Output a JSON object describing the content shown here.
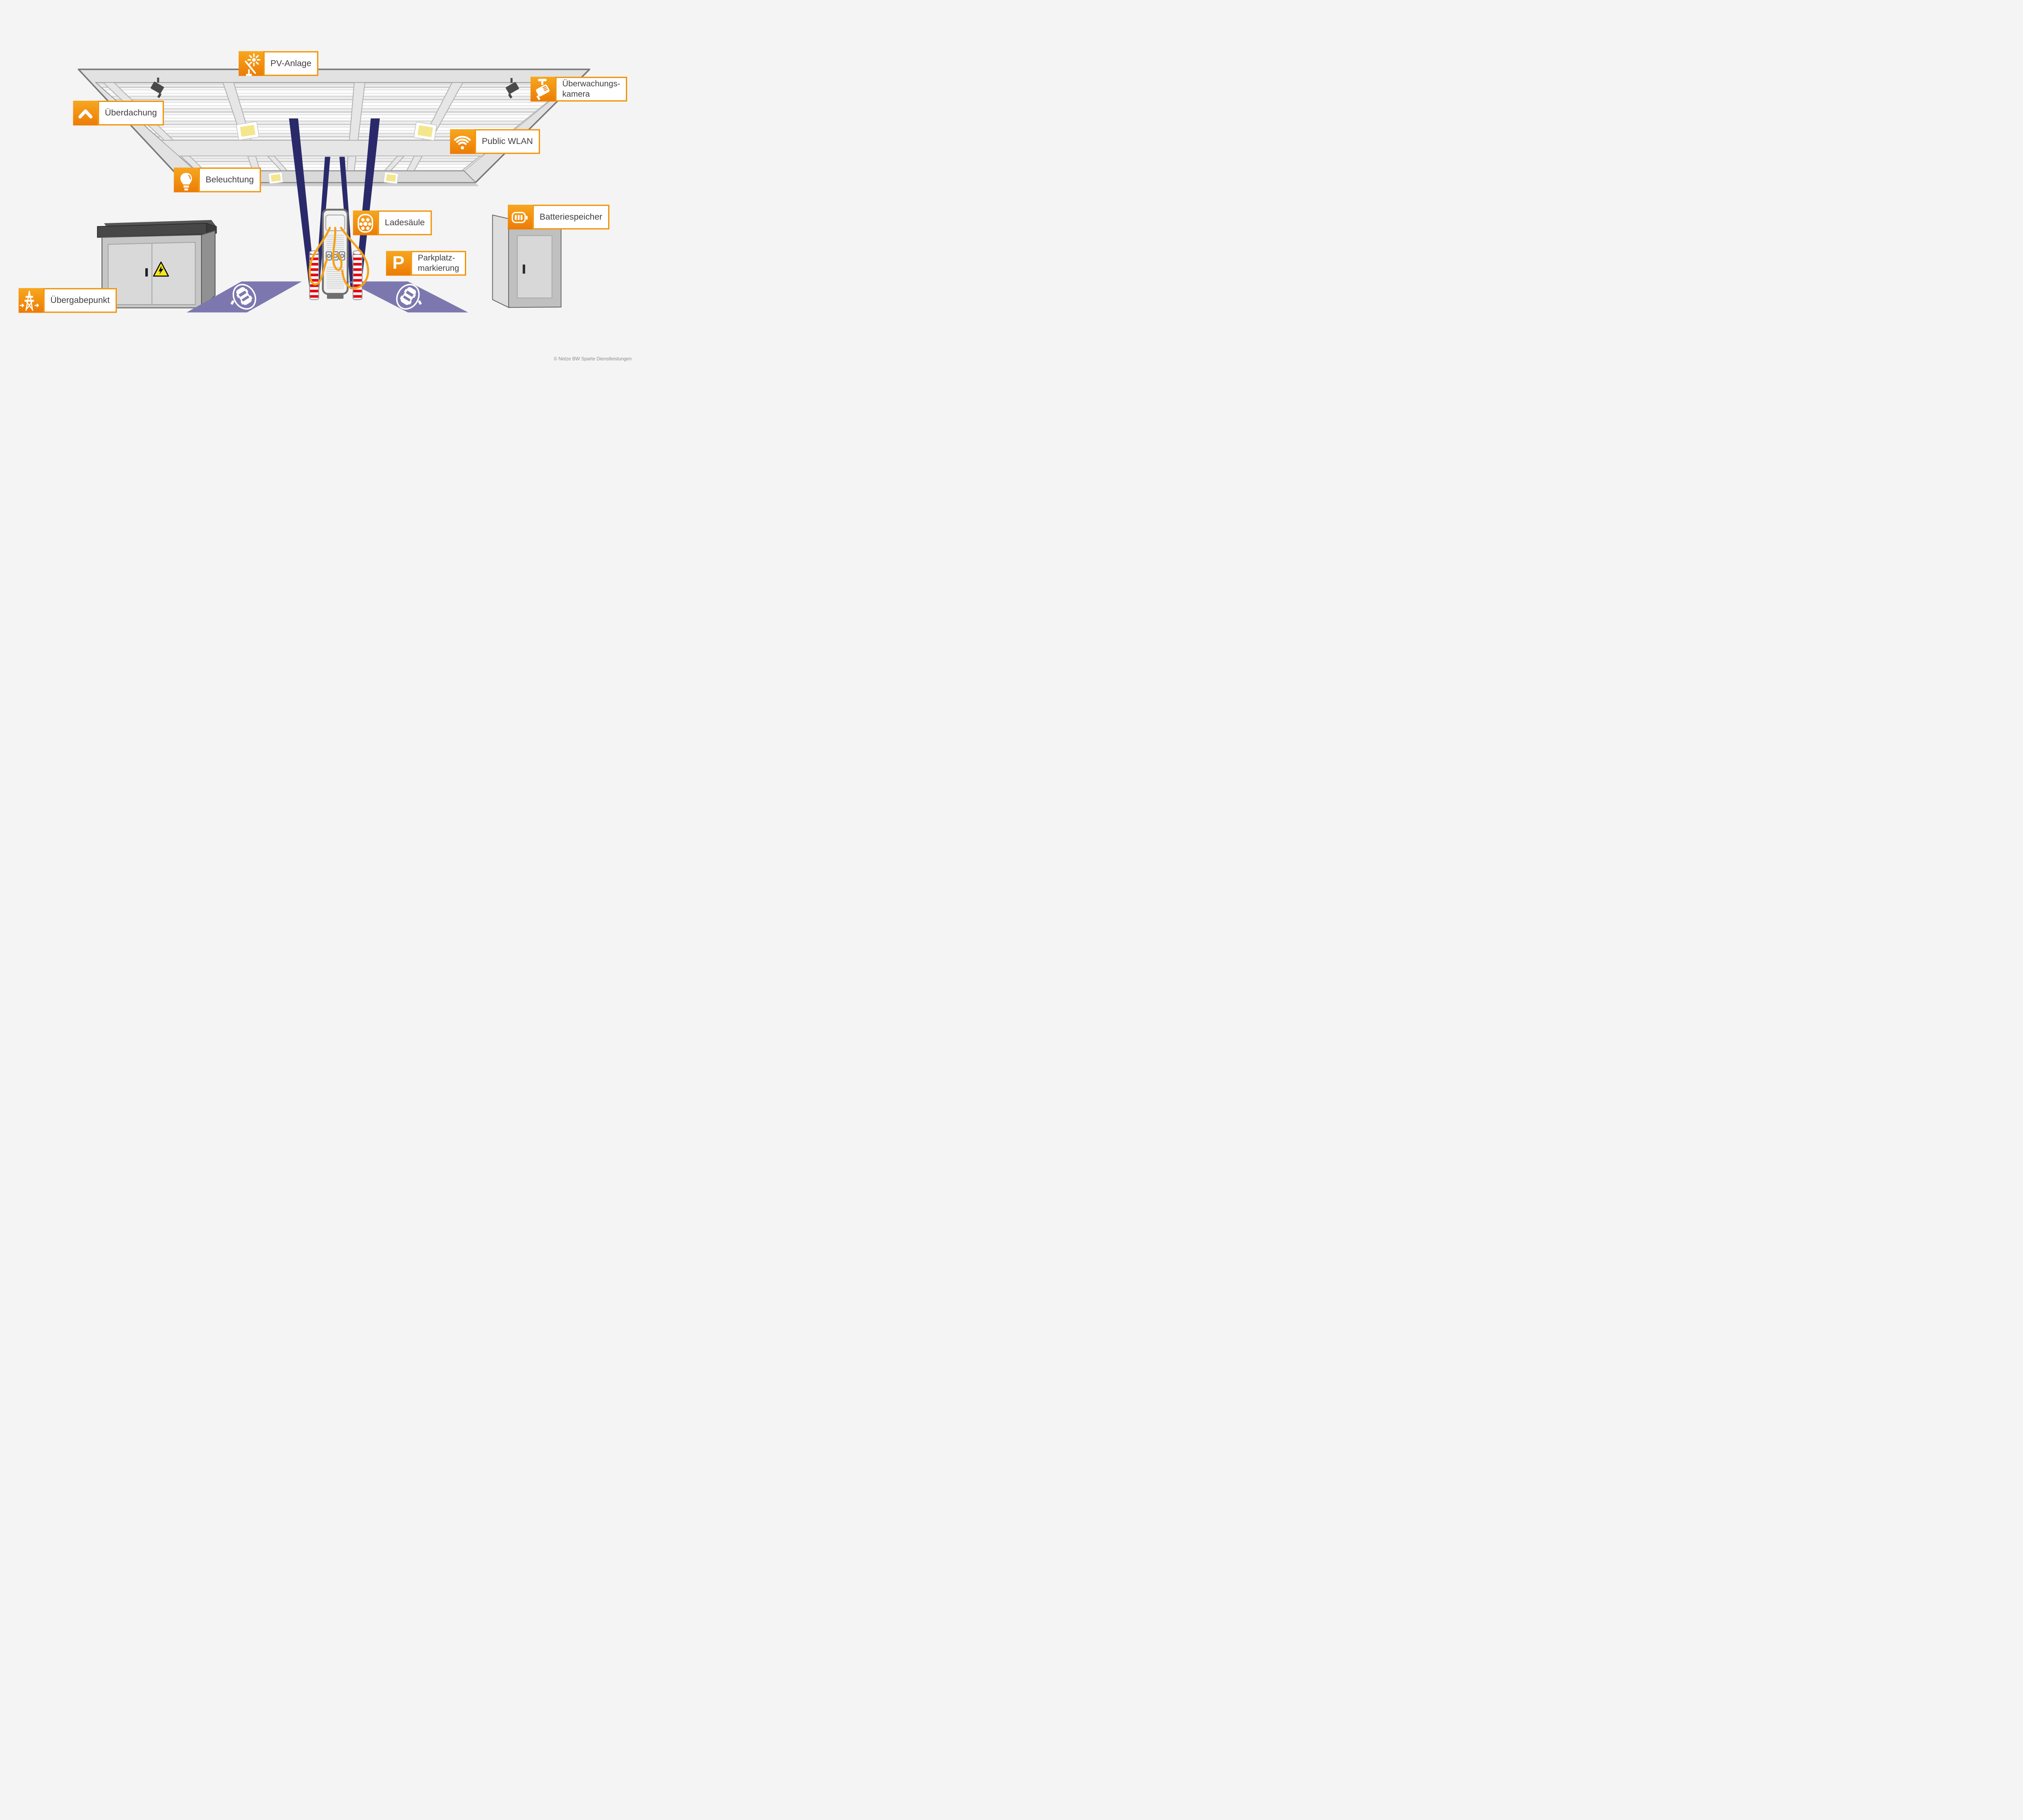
{
  "labels": {
    "pv": {
      "text": "PV-Anlage",
      "icon": "solar-panel-icon"
    },
    "camera": {
      "line1": "Überwachungs-",
      "line2": "kamera",
      "icon": "cctv-camera-icon"
    },
    "roof": {
      "text": "Überdachung",
      "icon": "roof-chevron-icon"
    },
    "wlan": {
      "text": "Public WLAN",
      "icon": "wifi-icon"
    },
    "lighting": {
      "text": "Beleuchtung",
      "icon": "lightbulb-icon"
    },
    "charger": {
      "text": "Ladesäule",
      "icon": "ev-plug-icon"
    },
    "battery": {
      "text": "Batteriespeicher",
      "icon": "battery-icon"
    },
    "parking": {
      "line1": "Parkplatz-",
      "line2": "markierung",
      "icon": "parking-p-icon",
      "glyph": "P"
    },
    "grid": {
      "text": "Übergabepunkt",
      "icon": "power-pylon-icon"
    }
  },
  "footer": {
    "copyright": "© Netze BW Sparte Dienstleistungen"
  },
  "colors": {
    "accent_orange": "#EC7C05",
    "accent_orange_light": "#F7A71F",
    "label_border_orange": "#F29100",
    "cable_orange": "#F6A117",
    "support_navy": "#2A2A6A",
    "parking_purple": "#7C78AF",
    "bollard_red": "#E30613",
    "light_yellow": "#F4E68C",
    "warning_yellow": "#F6E71E",
    "background": "#F4F4F4",
    "text_dark": "#3F3F3F"
  }
}
